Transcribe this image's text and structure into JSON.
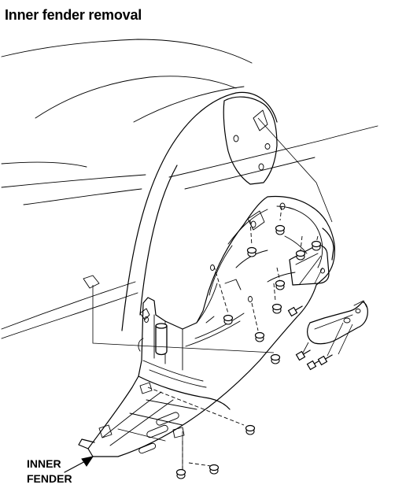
{
  "title": "Inner fender removal",
  "part_label": {
    "line1": "INNER",
    "line2": "FENDER"
  },
  "colors": {
    "ink": "#000000",
    "paper": "#ffffff"
  }
}
